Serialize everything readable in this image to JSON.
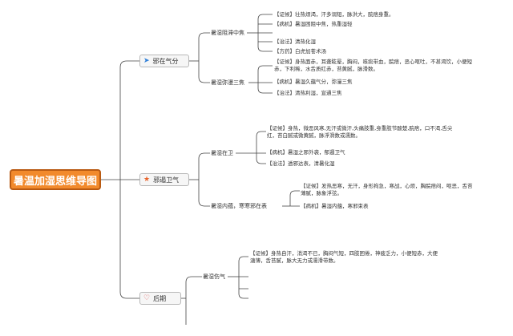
{
  "root": {
    "title": "暑温加湿思维导图"
  },
  "branches": [
    {
      "label": "邪在气分",
      "icon": "paper-plane-icon",
      "subs": [
        {
          "label": "暑湿阻滞中焦",
          "items": [
            "【证候】壮热烦渴，汗多溺短，脉洪大，脘痞身重。",
            "【病机】暑湿困阻中焦，热重湿轻",
            "【治法】清热化湿",
            "【方药】白虎加苍术汤"
          ]
        },
        {
          "label": "暑湿弥漫三焦",
          "items": [
            "【证候】身热面赤，耳聋眩晕，胸闷，咳痰带血，脘痞，恶心呕吐，不甚渴饮，小便短赤，下利稀，水舌质红赤，苔黄腻，脉滑数。",
            "【病机】暑湿久蕴气分，弥漫三焦",
            "【治法】清热利湿，宣通三焦"
          ]
        }
      ]
    },
    {
      "label": "邪遏卫气",
      "icon": "star-icon",
      "subs": [
        {
          "label": "暑湿在卫",
          "items": [
            "【证候】身热，微恶风寒,无汗或微汗,头痛肢重,身重肢节酸楚,脘痞，口不渴,舌尖红，苔白腻或微黄腻，脉浮滑数或濡数。",
            "【病机】暑湿之邪外袭，郁遏卫气",
            "【治法】透邪达表，清暑化湿"
          ]
        },
        {
          "label": "暑湿内蕴，寒寒邪在表",
          "items": [
            "【证候】发热恶寒，无汗，身形拘急，寒战，心烦，胸脘痞闷，呕恶，舌苔薄腻，脉象浮弦。",
            "【病机】暑湿内蕴，寒邪束表"
          ]
        }
      ]
    },
    {
      "label": "后期",
      "icon": "heart-icon",
      "subs": [
        {
          "label": "暑湿伤气",
          "items": [
            "【证候】身热自汗，消渴不已，胸闷气短，四肢困倦，神疲乏力，小便短赤，大便溏薄，舌苔腻，脉大无力或濡滑带数。"
          ]
        }
      ]
    }
  ],
  "colors": {
    "root_fill": "#f28a2c",
    "root_border": "#b95a12",
    "line": "#444444",
    "star": "#e8632a",
    "plane": "#2f7fd8",
    "heart": "#e05050"
  }
}
